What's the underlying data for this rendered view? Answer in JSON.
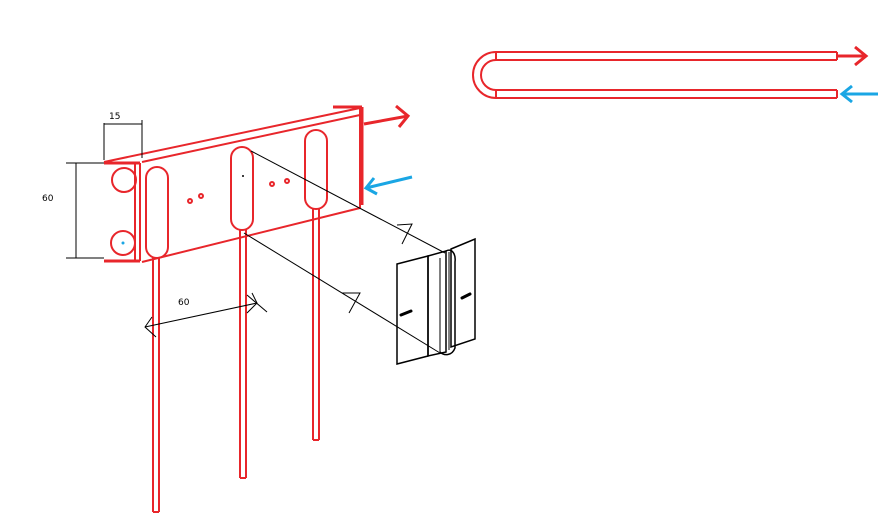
{
  "dimensions": {
    "width_top": "15",
    "height_left": "60",
    "pipe_spacing": "60"
  },
  "colors": {
    "pipe": "#e8262b",
    "flow_in": "#1aa6e4",
    "lines": "#000000"
  }
}
